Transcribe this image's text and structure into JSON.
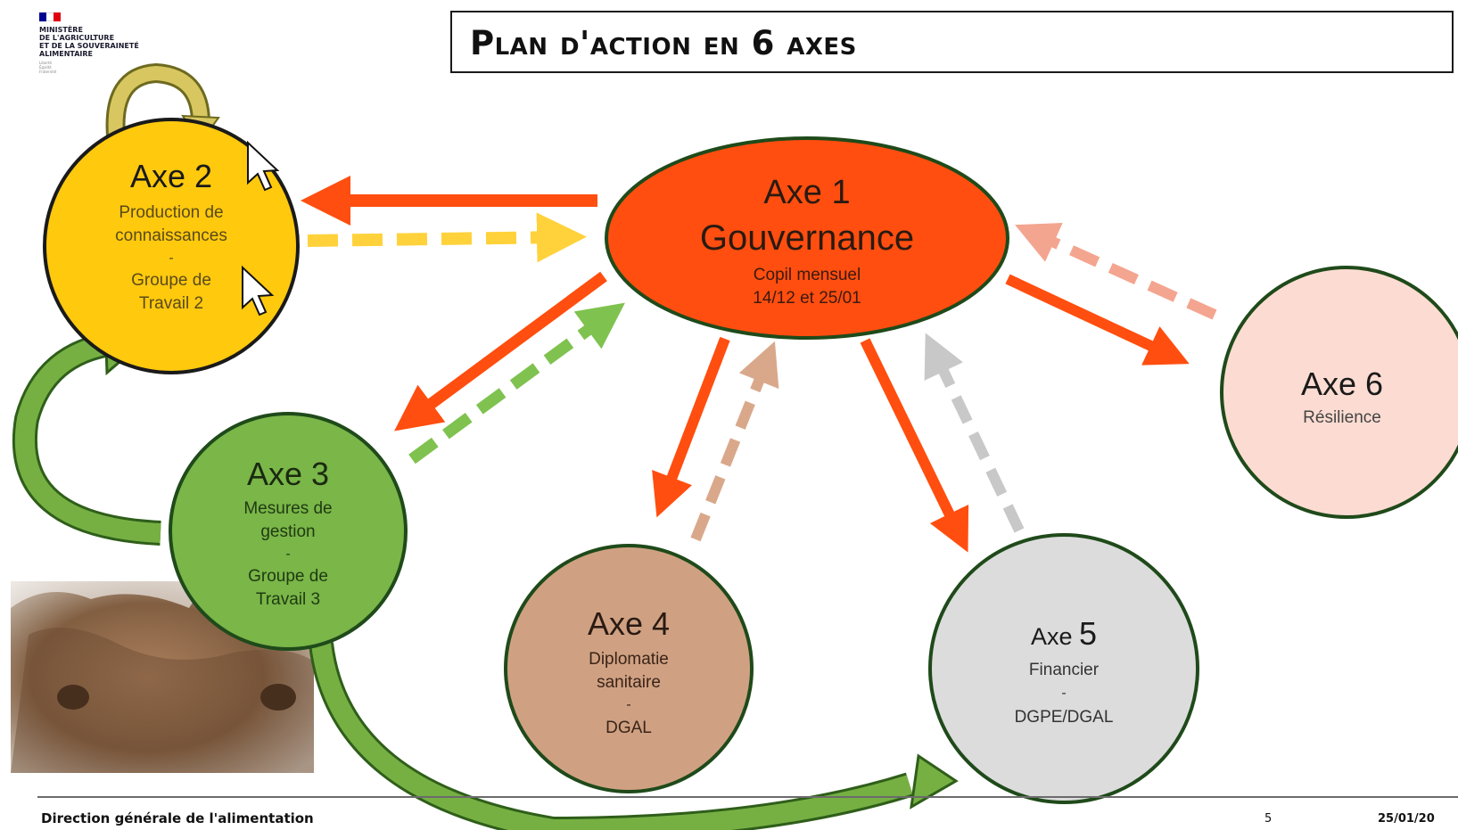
{
  "logo": {
    "ministry": "MINISTÈRE\nDE L'AGRICULTURE\nET DE LA SOUVERAINETÉ\nALIMENTAIRE",
    "motto": "Liberté\nÉgalité\nFraternité",
    "colors": [
      "#000091",
      "#ffffff",
      "#e1000f"
    ]
  },
  "title": "Plan d'action en 6 axes",
  "axes": {
    "axe1": {
      "title": "Axe 1",
      "subtitle": "Gouvernance",
      "line1": "Copil mensuel",
      "line2": "14/12 et 25/01",
      "color": "#ff4e0f"
    },
    "axe2": {
      "title": "Axe 2",
      "line1": "Production de",
      "line2": "connaissances",
      "dash": "-",
      "line3": "Groupe de",
      "line4": "Travail 2",
      "color": "#ffc90e"
    },
    "axe3": {
      "title": "Axe 3",
      "line1": "Mesures de",
      "line2": "gestion",
      "dash": "-",
      "line3": "Groupe de",
      "line4": "Travail 3",
      "color": "#7ab648"
    },
    "axe4": {
      "title": "Axe 4",
      "line1": "Diplomatie",
      "line2": "sanitaire",
      "dash": "-",
      "line3": "DGAL",
      "color": "#cfa182"
    },
    "axe5": {
      "title_prefix": "Axe ",
      "title_num": "5",
      "line1": "Financier",
      "dash": "-",
      "line2": "DGPE/DGAL",
      "color": "#dcdcdc"
    },
    "axe6": {
      "title": "Axe 6",
      "line1": "Résilience",
      "color": "#fcdcd2"
    }
  },
  "footer": {
    "left": "Direction générale de l'alimentation",
    "page": "5",
    "date": "25/01/20"
  }
}
